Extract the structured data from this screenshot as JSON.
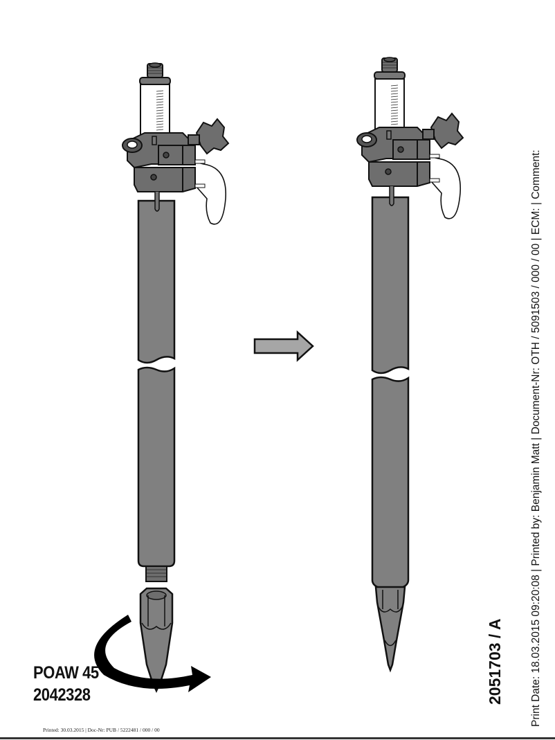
{
  "document": {
    "model_name": "POAW 45",
    "part_number": "2042328",
    "drawing_id": "2051703 / A",
    "print_info": "Print Date: 18.03.2015 09:20:08 | Printed by: Benjamin Matt | Document-Nr: OTH / 5091503 / 000 / 00 | ECM:  | Comment:",
    "footer": "Printed: 30.03.2015 | Doc-Nr: PUB / 5222481 / 000 / 00"
  },
  "illustration": {
    "left_figure": "pole-with-tip-detached-rotation",
    "right_figure": "pole-with-tip-attached",
    "transition": "right-arrow",
    "colors": {
      "pole_fill": "#808080",
      "clamp_fill": "#6e6e6e",
      "outline": "#111111",
      "arrow_fill": "#a6a6a6",
      "rotation_arrow": "#000000"
    }
  }
}
